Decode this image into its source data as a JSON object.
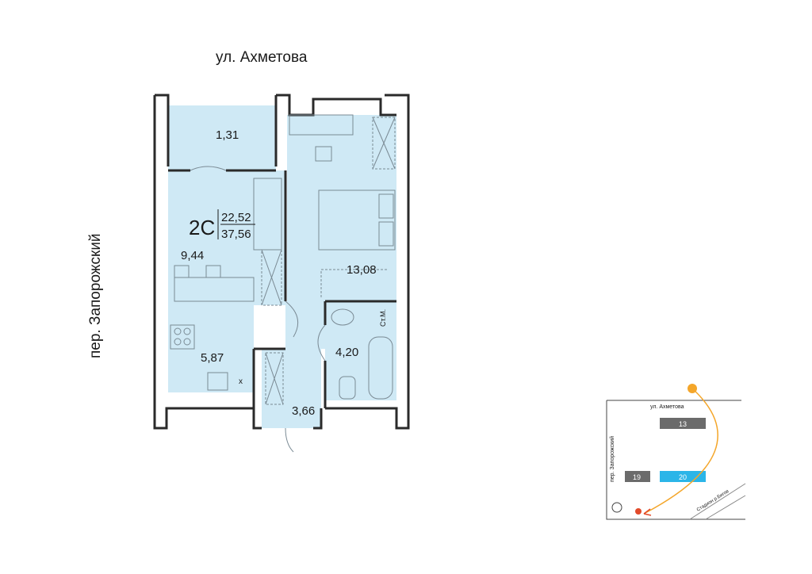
{
  "streets": {
    "top": "ул. Ахметова",
    "side": "пер. Запорожский"
  },
  "apartment": {
    "type": "2С",
    "living_area": "22,52",
    "total_area": "37,56"
  },
  "rooms": {
    "balcony": "1,31",
    "living": "9,44",
    "kitchen": "5,87",
    "bedroom": "13,08",
    "bathroom": "4,20",
    "hall": "3,66"
  },
  "fixtures": {
    "wardrobe_tag": "Ст.М.",
    "kitchen_x": "х"
  },
  "site_plan": {
    "street_top": "ул. Ахметова",
    "street_side": "пер. Запорожский",
    "street_diag": "Стадион р.Бигов",
    "building_13": "13",
    "building_19": "19",
    "building_20": "20"
  },
  "colors": {
    "room_fill": "#cfe9f5",
    "wall": "#2a2a2a",
    "highlight": "#2bb5e8",
    "sun": "#f4a62a"
  }
}
